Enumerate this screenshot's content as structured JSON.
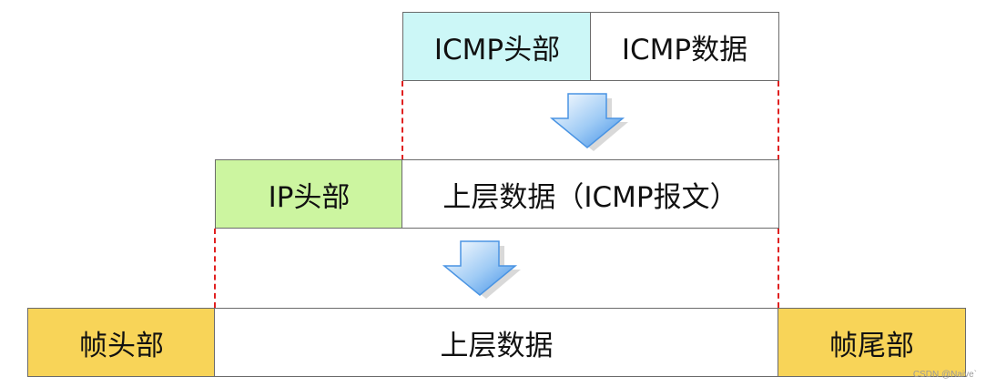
{
  "colors": {
    "icmp_header_fill": "#ccf7f7",
    "ip_header_fill": "#ccf5a0",
    "frame_fill": "#f8d458",
    "data_fill": "#ffffff",
    "dashed_line": "#e02020",
    "arrow_fill": "#5aa5ee"
  },
  "icmp_layer": {
    "header": "ICMP头部",
    "data": "ICMP数据"
  },
  "ip_layer": {
    "header": "IP头部",
    "data": "上层数据（ICMP报文）"
  },
  "frame_layer": {
    "header": "帧头部",
    "data": "上层数据",
    "trailer": "帧尾部"
  },
  "watermark": "CSDN @Naive`"
}
